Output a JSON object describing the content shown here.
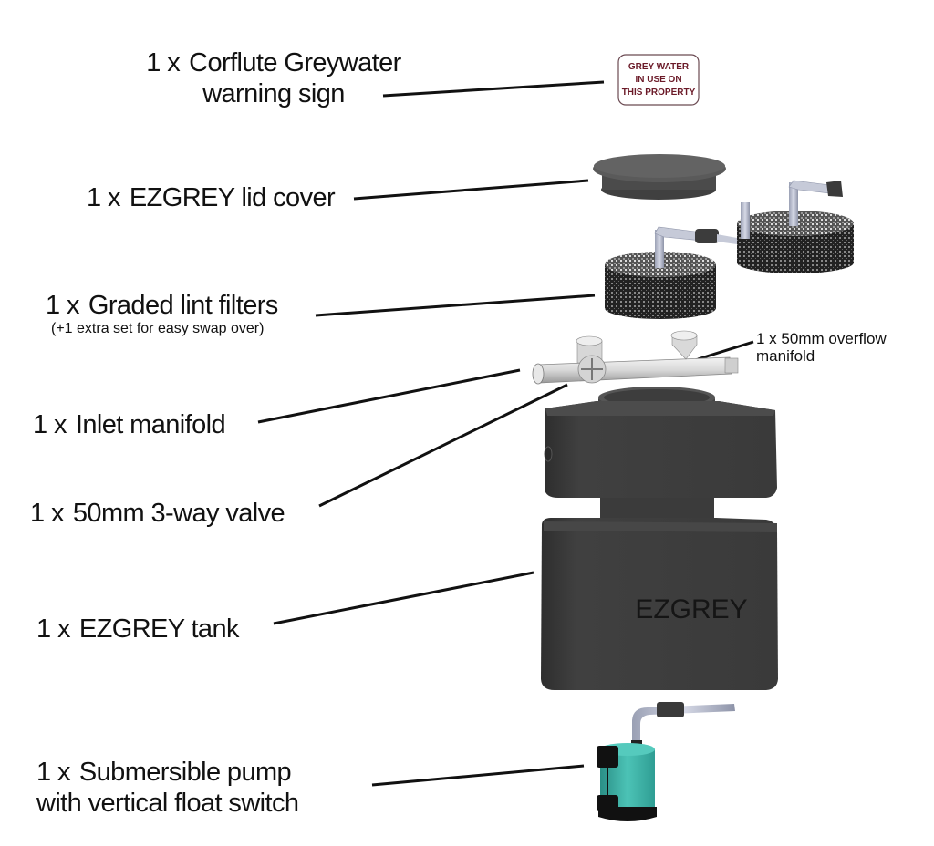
{
  "diagram": {
    "title": "EZGREY greywater system components",
    "components": [
      {
        "id": "sign",
        "qty": "1 x",
        "line1": "Corflute Greywater",
        "line2": "warning sign"
      },
      {
        "id": "lid",
        "qty": "1 x",
        "line1": "EZGREY lid cover"
      },
      {
        "id": "filters",
        "qty": "1 x",
        "line1": "Graded lint filters",
        "note": "(+1 extra set for easy swap over)"
      },
      {
        "id": "overflow",
        "qty": "1 x",
        "line1": "50mm overflow",
        "line2": "manifold"
      },
      {
        "id": "inlet",
        "qty": "1 x",
        "line1": "Inlet manifold"
      },
      {
        "id": "valve",
        "qty": "1 x",
        "line1": "50mm 3-way valve"
      },
      {
        "id": "tank",
        "qty": "1 x",
        "line1": "EZGREY tank"
      },
      {
        "id": "pump",
        "qty": "1 x",
        "line1": "Submersible pump",
        "line2": "with vertical float switch"
      }
    ],
    "sign_text": [
      "GREY WATER",
      "IN USE ON",
      "THIS PROPERTY"
    ],
    "tank_brand": "EZGREY",
    "colors": {
      "tank": "#3d3d3d",
      "pump": "#3fb3a8",
      "sign_text": "#6b1a28",
      "pipe": "#c8ccd6"
    }
  }
}
